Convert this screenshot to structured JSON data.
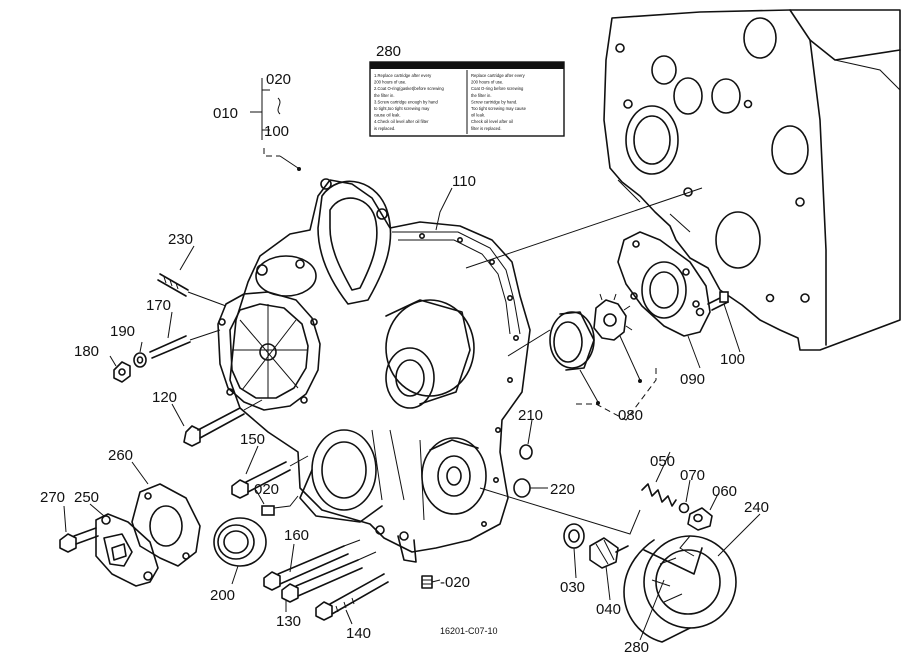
{
  "diagram": {
    "figure_code": "16201-C07-10",
    "label_sticker": {
      "callout": "280",
      "lines_left": [
        "1.Replace cartridge after every",
        "  200 hours of use.",
        "2.Coat O-ring(gasket)before screwing",
        "  the filter in.",
        "3.Screw cartridge enough by hand",
        "  to tight,too tight screwing may",
        "  cause oil leak.",
        "4.Check oil level after oil filter",
        "  is replaced."
      ],
      "lines_right": [
        "Replace cartridge after every",
        "200 hours of use.",
        "Coat O-ring before screwing",
        "the filter in.",
        "Screw cartridge by hand.",
        "Too tight screwing may cause",
        "oil leak.",
        "Check oil level after oil",
        "filter is replaced."
      ]
    },
    "callouts": [
      {
        "id": "c010",
        "text": "010"
      },
      {
        "id": "c020a",
        "text": "020"
      },
      {
        "id": "c100a",
        "text": "100"
      },
      {
        "id": "c110",
        "text": "110"
      },
      {
        "id": "c230",
        "text": "230"
      },
      {
        "id": "c170",
        "text": "170"
      },
      {
        "id": "c190",
        "text": "190"
      },
      {
        "id": "c180",
        "text": "180"
      },
      {
        "id": "c120",
        "text": "120"
      },
      {
        "id": "c150",
        "text": "150"
      },
      {
        "id": "c260",
        "text": "260"
      },
      {
        "id": "c250",
        "text": "250"
      },
      {
        "id": "c270",
        "text": "270"
      },
      {
        "id": "c020b",
        "text": "020"
      },
      {
        "id": "c200",
        "text": "200"
      },
      {
        "id": "c160",
        "text": "160"
      },
      {
        "id": "c130",
        "text": "130"
      },
      {
        "id": "c140",
        "text": "140"
      },
      {
        "id": "c020c",
        "text": "-020"
      },
      {
        "id": "c210",
        "text": "210"
      },
      {
        "id": "c220",
        "text": "220"
      },
      {
        "id": "c080",
        "text": "080"
      },
      {
        "id": "c090",
        "text": "090"
      },
      {
        "id": "c100b",
        "text": "100"
      },
      {
        "id": "c050",
        "text": "050"
      },
      {
        "id": "c070",
        "text": "070"
      },
      {
        "id": "c060",
        "text": "060"
      },
      {
        "id": "c240",
        "text": "240"
      },
      {
        "id": "c030",
        "text": "030"
      },
      {
        "id": "c040",
        "text": "040"
      },
      {
        "id": "c280b",
        "text": "280"
      }
    ]
  }
}
